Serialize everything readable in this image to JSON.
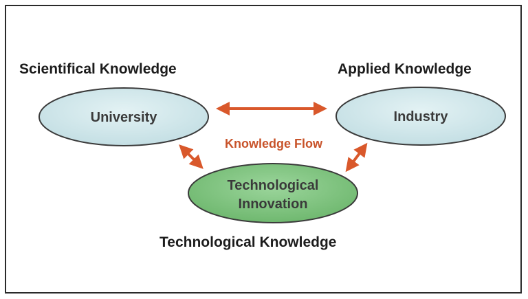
{
  "headings": {
    "scientific": "Scientifical Knowledge",
    "applied": "Applied Knowledge",
    "technological": "Technological Knowledge"
  },
  "nodes": {
    "university": "University",
    "industry": "Industry",
    "innovation_line1": "Technological",
    "innovation_line2": "Innovation"
  },
  "flow_label": "Knowledge Flow",
  "colors": {
    "ellipse_blue": "#cfe6ea",
    "ellipse_green": "#7fc47f",
    "arrow": "#d9582b",
    "flow_text": "#c8532a",
    "outline": "#3b3b3b"
  }
}
